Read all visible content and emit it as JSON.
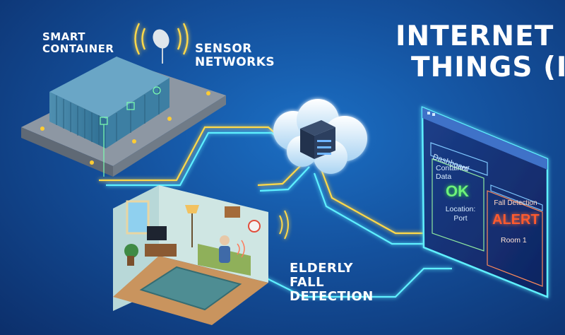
{
  "title": {
    "line1": "INTERNET OF",
    "line2": "THINGS (IoT"
  },
  "labels": {
    "smart_container": "SMART CONTAINER",
    "sensor_networks": "SENSOR NETWORKS",
    "elderly_fall": "ELDERLY FALL DETECTION"
  },
  "dashboard": {
    "tab": "Dashboard",
    "container_card": {
      "title": "Container Data",
      "status": "OK",
      "location_label": "Location:",
      "location_value": "Port"
    },
    "fall_card": {
      "title": "Fall Detection",
      "status": "ALERT",
      "room": "Room 1"
    }
  },
  "colors": {
    "background": "#14509c",
    "flow_yellow": "#ffd94a",
    "flow_cyan": "#5ff0ff",
    "ok_green": "#6df27a",
    "alert_red": "#ff5a2e"
  }
}
